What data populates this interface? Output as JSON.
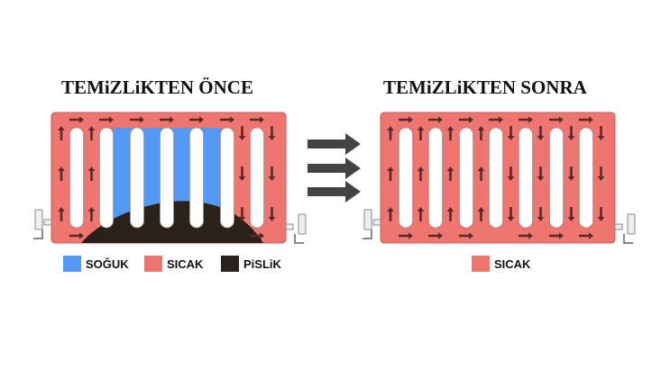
{
  "before": {
    "title": "TEMiZLiKTEN ÖNCE",
    "legend": [
      {
        "label": "SOĞUK",
        "color": "#5599f7"
      },
      {
        "label": "SICAK",
        "color": "#ef7670"
      },
      {
        "label": "PiSLiK",
        "color": "#2b2118"
      }
    ]
  },
  "after": {
    "title": "TEMiZLiKTEN SONRA",
    "legend": [
      {
        "label": "SICAK",
        "color": "#ef7670"
      }
    ]
  },
  "colors": {
    "hot": "#ef7670",
    "cold": "#5599f7",
    "dirt": "#2b2118",
    "arrow": "#5a2a28",
    "big_arrow": "#444444"
  }
}
